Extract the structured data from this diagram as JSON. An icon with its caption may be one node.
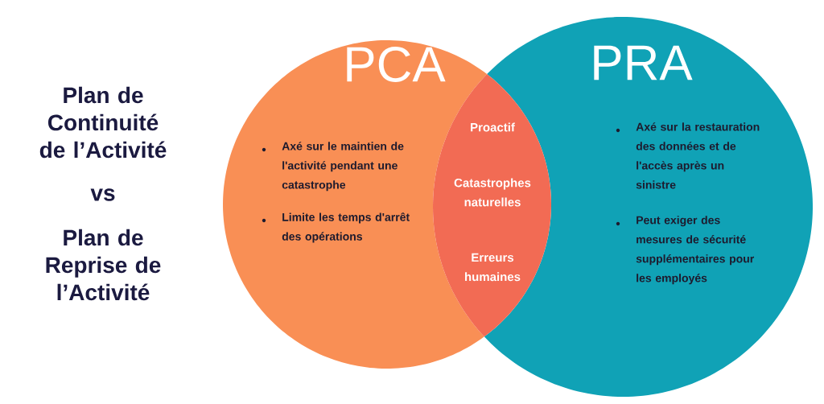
{
  "diagram": {
    "nodes": [
      {
        "text": [
          "PCA",
          "Axé sur le maintien de l'activité pendant une catastrophe",
          "Limite les temps d'arrêt des opérations"
        ]
      },
      {
        "text": [
          "PRA",
          "Axé sur la restauration des données et de l'accès après un sinistre",
          "Peut exiger des mesures de sécurité supplémentaires pour les employés"
        ]
      },
      {
        "text": [
          "Proactif",
          "Catastrophes naturelles",
          "Erreurs humaines"
        ]
      }
    ],
    "labels": [
      "Plan de Continuité de l’Activité",
      "vs",
      "Plan de Reprise de l’Activité"
    ]
  }
}
